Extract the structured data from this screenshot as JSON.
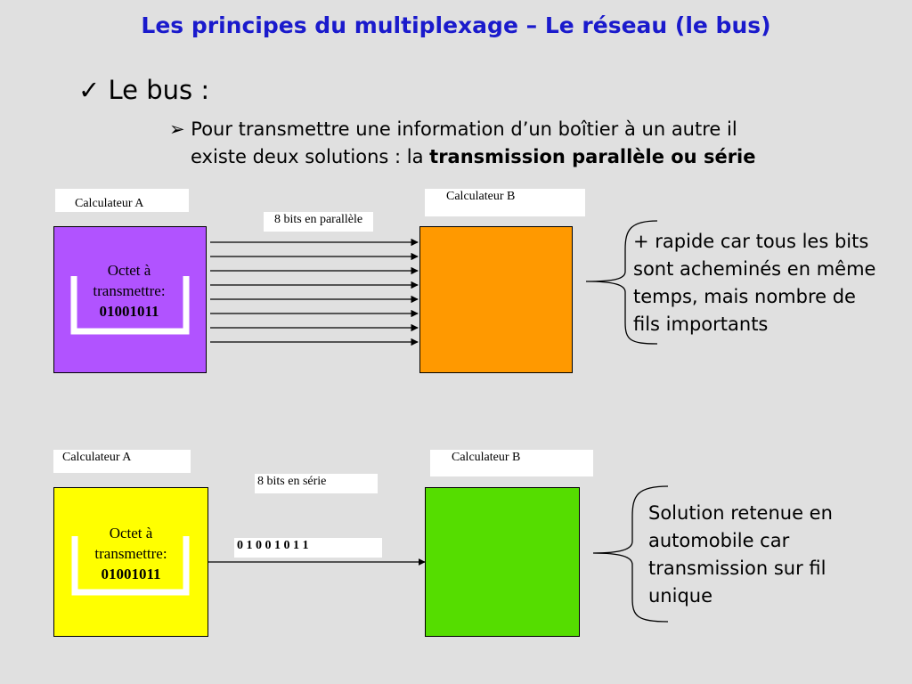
{
  "title": "Les principes du multiplexage – Le réseau (le bus)",
  "bullet1": {
    "mark": "✓",
    "text": "Le bus :"
  },
  "bullet2": {
    "mark": "➢",
    "line1": "Pour transmettre une information d’un boîtier à un autre il",
    "line2_prefix": "existe deux solutions : la ",
    "line2_bold": "transmission parallèle ou série"
  },
  "parallel": {
    "label_a": "Calculateur A",
    "label_b": "Calculateur B",
    "bits_label": "8 bits en parallèle",
    "octet_line1": "Octet à",
    "octet_line2": "transmettre:",
    "octet_value": "01001011",
    "color_a": "#b153ff",
    "color_b": "#ff9900",
    "wire_count": 8,
    "note": [
      "+ rapide car tous les bits",
      "sont acheminés en même",
      "temps, mais nombre de",
      "fils importants"
    ]
  },
  "serial": {
    "label_a": "Calculateur A",
    "label_b": "Calculateur B",
    "bits_label": "8 bits en série",
    "sequence": "0 1 0 0 1 0 1 1",
    "octet_line1": "Octet à",
    "octet_line2": "transmettre:",
    "octet_value": "01001011",
    "color_a": "#ffff00",
    "color_b": "#55dd00",
    "note": [
      "Solution retenue en",
      "automobile car",
      "transmission sur fil",
      "unique"
    ]
  }
}
